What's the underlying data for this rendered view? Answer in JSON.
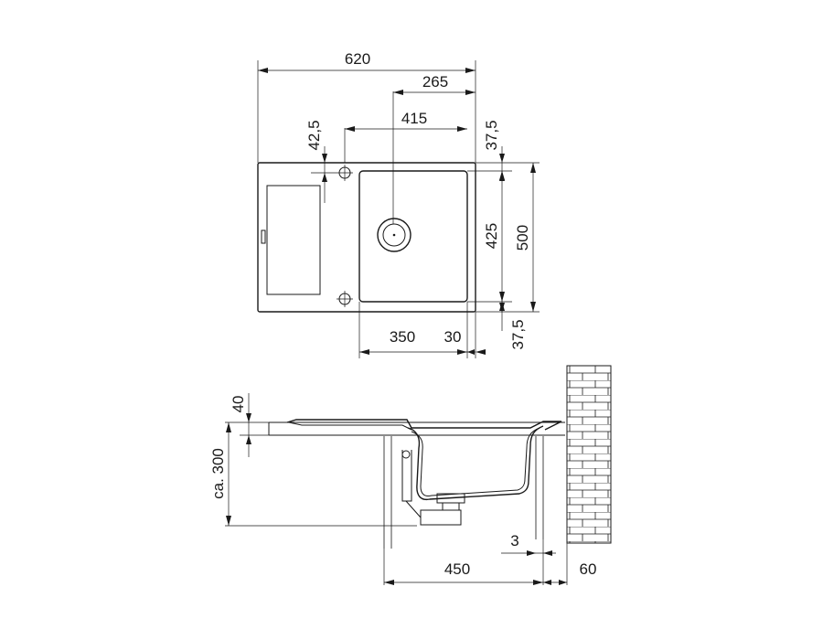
{
  "top_view": {
    "overall_width": "620",
    "offset_265": "265",
    "bowl_width": "415",
    "tap_offset": "42,5",
    "top_margin": "37,5",
    "bowl_depth": "425",
    "overall_depth": "500",
    "bottom_margin": "37,5",
    "drainer_width": "350",
    "edge_30": "30"
  },
  "side_view": {
    "rim_height": "40",
    "depth": "ca. 300",
    "cabinet_width": "450",
    "gap": "3",
    "wall_distance": "60"
  },
  "colors": {
    "line": "#1a1a1a",
    "fill": "#ffffff"
  }
}
